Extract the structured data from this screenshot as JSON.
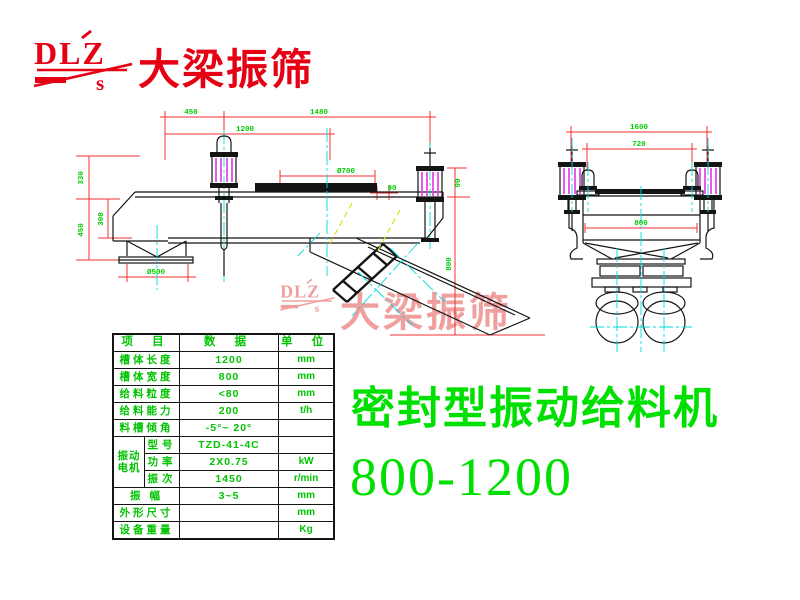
{
  "logo": {
    "mark": "DLZ",
    "mark_sub": "s",
    "brand": "大梁振筛"
  },
  "watermark": {
    "mark": "DLZ",
    "mark_sub": "s",
    "brand": "大梁振筛"
  },
  "title": {
    "line1": "密封型振动给料机",
    "line2": "800-1200"
  },
  "colors": {
    "logo_red": "#e60014",
    "dimension_red": "#f03131",
    "dimension_text_green": "#00cc00",
    "table_text_green": "#00c300",
    "title_green": "#00e000",
    "centerline_cyan": "#00d9d9",
    "spring_magenta": "#e44ae4",
    "hidden_line_yellow": "#e0e000",
    "outline_black": "#141414",
    "watermark_pink": "#ee8f8f"
  },
  "drawing": {
    "side_dims": [
      "450",
      "1480",
      "1200",
      "Ø700",
      "90",
      "90",
      "330",
      "300",
      "450",
      "Ø500",
      "800"
    ],
    "front_dims": [
      "1600",
      "720",
      "800"
    ]
  },
  "spec_table": {
    "headers": [
      "项 目",
      "数 据",
      "单 位"
    ],
    "rows": [
      {
        "label": "槽体长度",
        "value": "1200",
        "unit": "mm"
      },
      {
        "label": "槽体宽度",
        "value": "800",
        "unit": "mm"
      },
      {
        "label": "给料粒度",
        "value": "<80",
        "unit": "mm"
      },
      {
        "label": "给料能力",
        "value": "200",
        "unit": "t/h"
      },
      {
        "label": "料槽倾角",
        "value": "-5°~ 20°",
        "unit": ""
      },
      {
        "label": "振 幅",
        "value": "3~5",
        "unit": "mm"
      },
      {
        "label": "外形尺寸",
        "value": "",
        "unit": "mm"
      },
      {
        "label": "设备重量",
        "value": "",
        "unit": "Kg"
      }
    ],
    "motor_group": {
      "label": "振动电机",
      "sub_rows": [
        {
          "label": "型号",
          "value": "TZD-41-4C",
          "unit": ""
        },
        {
          "label": "功率",
          "value": "2X0.75",
          "unit": "kW"
        },
        {
          "label": "振次",
          "value": "1450",
          "unit": "r/min"
        }
      ]
    }
  }
}
